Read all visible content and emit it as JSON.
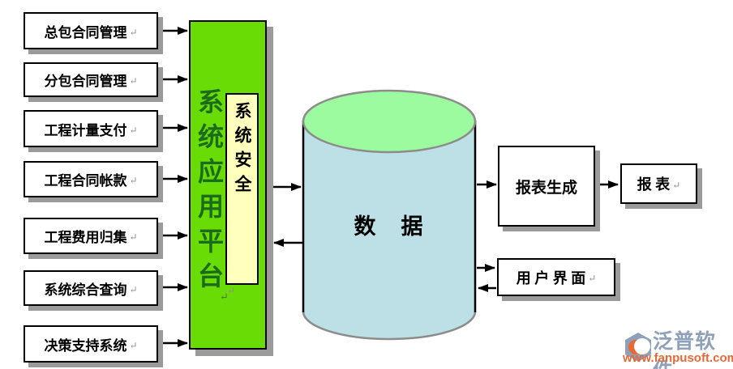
{
  "diagram": {
    "left_modules": [
      {
        "label": "总包合同管理"
      },
      {
        "label": "分包合同管理"
      },
      {
        "label": "工程计量支付"
      },
      {
        "label": "工程合同帐款"
      },
      {
        "label": "工程费用归集"
      },
      {
        "label": "系统综合查询"
      },
      {
        "label": "决策支持系统"
      }
    ],
    "platform": {
      "label": "系统应用平台",
      "bg_color": "#69DC05",
      "text_color": "#1B6B1B"
    },
    "security": {
      "label": "系统安全",
      "bg_color": "#FFFFBE"
    },
    "database": {
      "label": "数　据",
      "top_color": "#9CFB9E",
      "body_color": "#BCE0E6",
      "edge_color": "#8C8C8C"
    },
    "report_generation": {
      "label": "报表生成"
    },
    "report": {
      "label": "报 表"
    },
    "user_interface": {
      "label": "用 户 界 面"
    },
    "paragraph_mark": "↵"
  },
  "watermark": {
    "brand": "泛普软件",
    "url": "www.fanpusoft.com",
    "brand_color": "#8A9BB6",
    "url_color": "#E2622E",
    "logo_accent_color": "#E8622A"
  }
}
